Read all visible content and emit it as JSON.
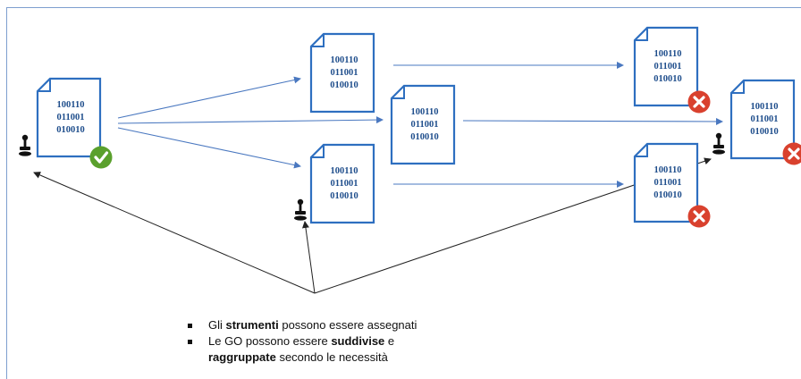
{
  "documents": [
    {
      "id": "doc-1",
      "lines": [
        "100110",
        "011001",
        "010010"
      ],
      "badge": "check",
      "stamp": true
    },
    {
      "id": "doc-2",
      "lines": [
        "100110",
        "011001",
        "010010"
      ],
      "badge": null,
      "stamp": false
    },
    {
      "id": "doc-3",
      "lines": [
        "100110",
        "011001",
        "010010"
      ],
      "badge": null,
      "stamp": false
    },
    {
      "id": "doc-4",
      "lines": [
        "100110",
        "011001",
        "010010"
      ],
      "badge": null,
      "stamp": true
    },
    {
      "id": "doc-5",
      "lines": [
        "100110",
        "011001",
        "010010"
      ],
      "badge": "cross",
      "stamp": false
    },
    {
      "id": "doc-6",
      "lines": [
        "100110",
        "011001",
        "010010"
      ],
      "badge": "cross",
      "stamp": false
    },
    {
      "id": "doc-7",
      "lines": [
        "100110",
        "011001",
        "010010"
      ],
      "badge": "cross",
      "stamp": true
    }
  ],
  "bullets": [
    {
      "pre": "Gli ",
      "bold": "strumenti",
      "post": " possono essere assegnati"
    },
    {
      "pre": "Le GO possono essere ",
      "bold": "suddivise",
      "post": " e"
    },
    {
      "pre": "",
      "bold": "raggruppate",
      "post": " secondo le necessità"
    }
  ],
  "colors": {
    "doc_stroke": "#2e6fc0",
    "doc_text": "#1f4e8c",
    "arrow": "#4a78c0",
    "check": "#5aa02c",
    "cross": "#d9412e",
    "frame": "#7e9fcf"
  }
}
